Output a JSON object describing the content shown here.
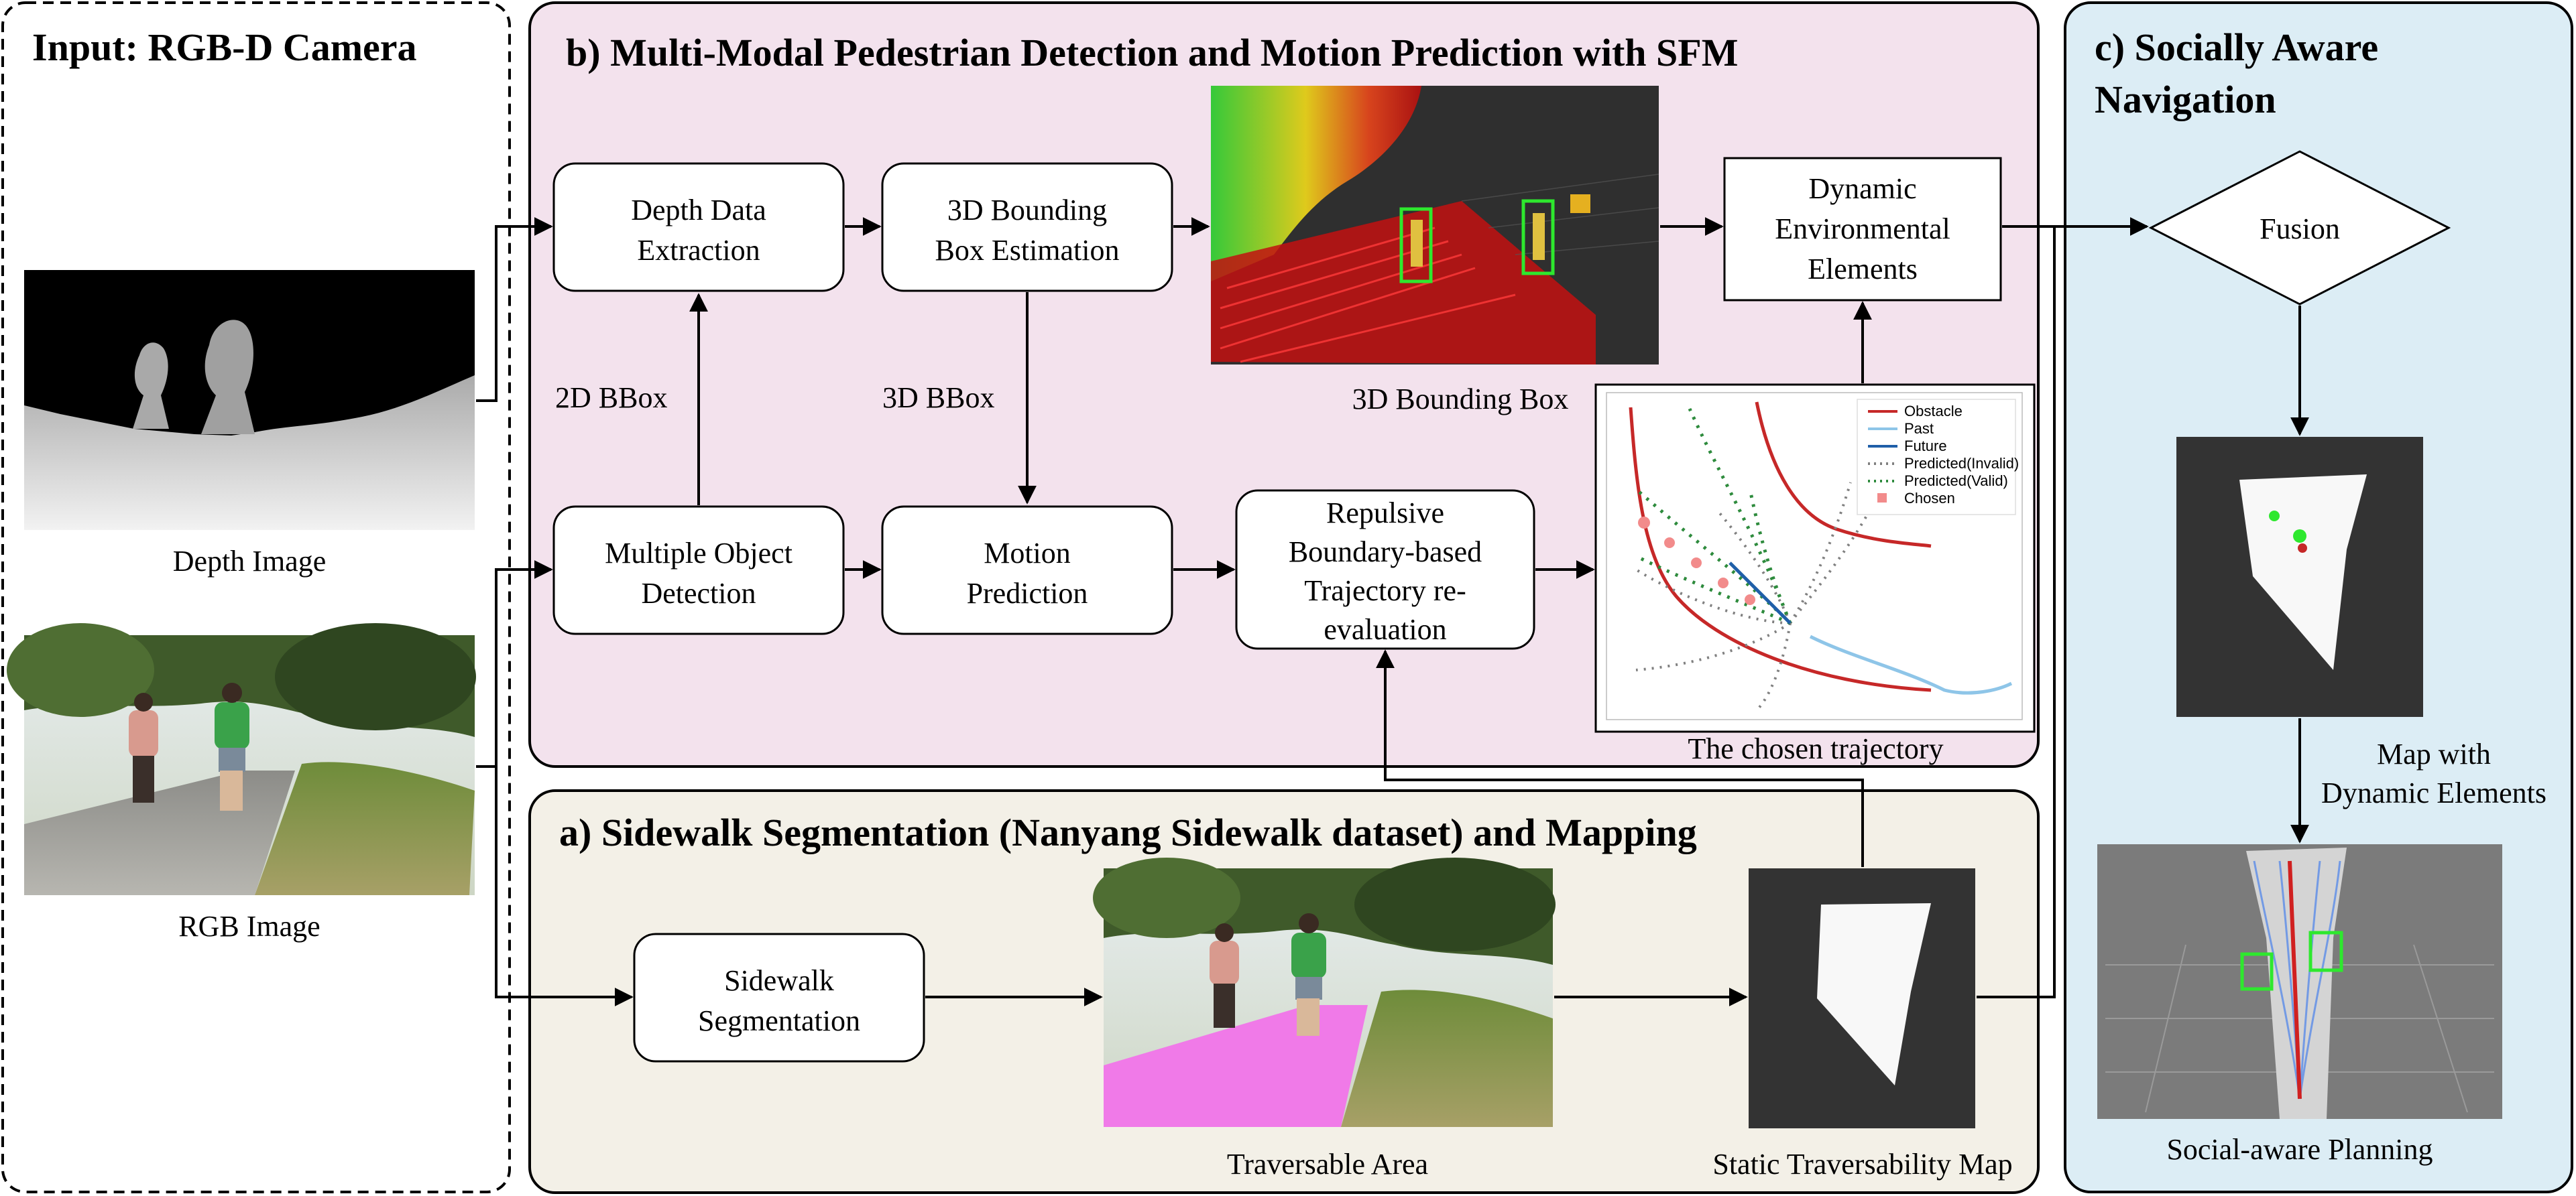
{
  "panels": {
    "input": {
      "title": "Input: RGB-D Camera"
    },
    "b": {
      "title": "b) Multi-Modal Pedestrian Detection and Motion Prediction with SFM"
    },
    "a": {
      "title": "a) Sidewalk Segmentation (Nanyang Sidewalk dataset) and Mapping"
    },
    "c": {
      "title_line1": "c) Socially Aware",
      "title_line2": "Navigation"
    }
  },
  "boxes": {
    "depth_extraction": [
      "Depth Data",
      "Extraction"
    ],
    "bbox_estimation": [
      "3D Bounding",
      "Box Estimation"
    ],
    "dynamic_elements": [
      "Dynamic",
      "Environmental",
      "Elements"
    ],
    "object_detection": [
      "Multiple Object",
      "Detection"
    ],
    "motion_prediction": [
      "Motion",
      "Prediction"
    ],
    "repulsive": [
      "Repulsive",
      "Boundary-based",
      "Trajectory re-",
      "evaluation"
    ],
    "sidewalk_segmentation": [
      "Sidewalk",
      "Segmentation"
    ],
    "fusion": "Fusion"
  },
  "edge_labels": {
    "bbox2d": "2D BBox",
    "bbox3d": "3D BBox"
  },
  "captions": {
    "depth_image": "Depth Image",
    "rgb_image": "RGB Image",
    "bounding_box_3d": "3D Bounding Box",
    "chosen_trajectory": "The chosen trajectory",
    "traversable_area": "Traversable Area",
    "static_map": "Static Traversability Map",
    "map_dynamic": [
      "Map with",
      "Dynamic Elements"
    ],
    "social_planning": "Social-aware Planning"
  },
  "legend": [
    {
      "label": "Obstacle",
      "color": "#c62828"
    },
    {
      "label": "Past",
      "color": "#8ec5e8"
    },
    {
      "label": "Future",
      "color": "#1f5fa8"
    },
    {
      "label": "Predicted(Invalid)",
      "color": "#808080"
    },
    {
      "label": "Predicted(Valid)",
      "color": "#2e8b3d"
    },
    {
      "label": "Chosen",
      "color": "#f28b8b"
    }
  ],
  "colors": {
    "panel_b_bg": "#f3e2ed",
    "panel_a_bg": "#f3f0e7",
    "panel_c_bg": "#dcedf5",
    "sidewalk_pink": "#f07ae8",
    "bbox_green": "#2ee82e"
  }
}
